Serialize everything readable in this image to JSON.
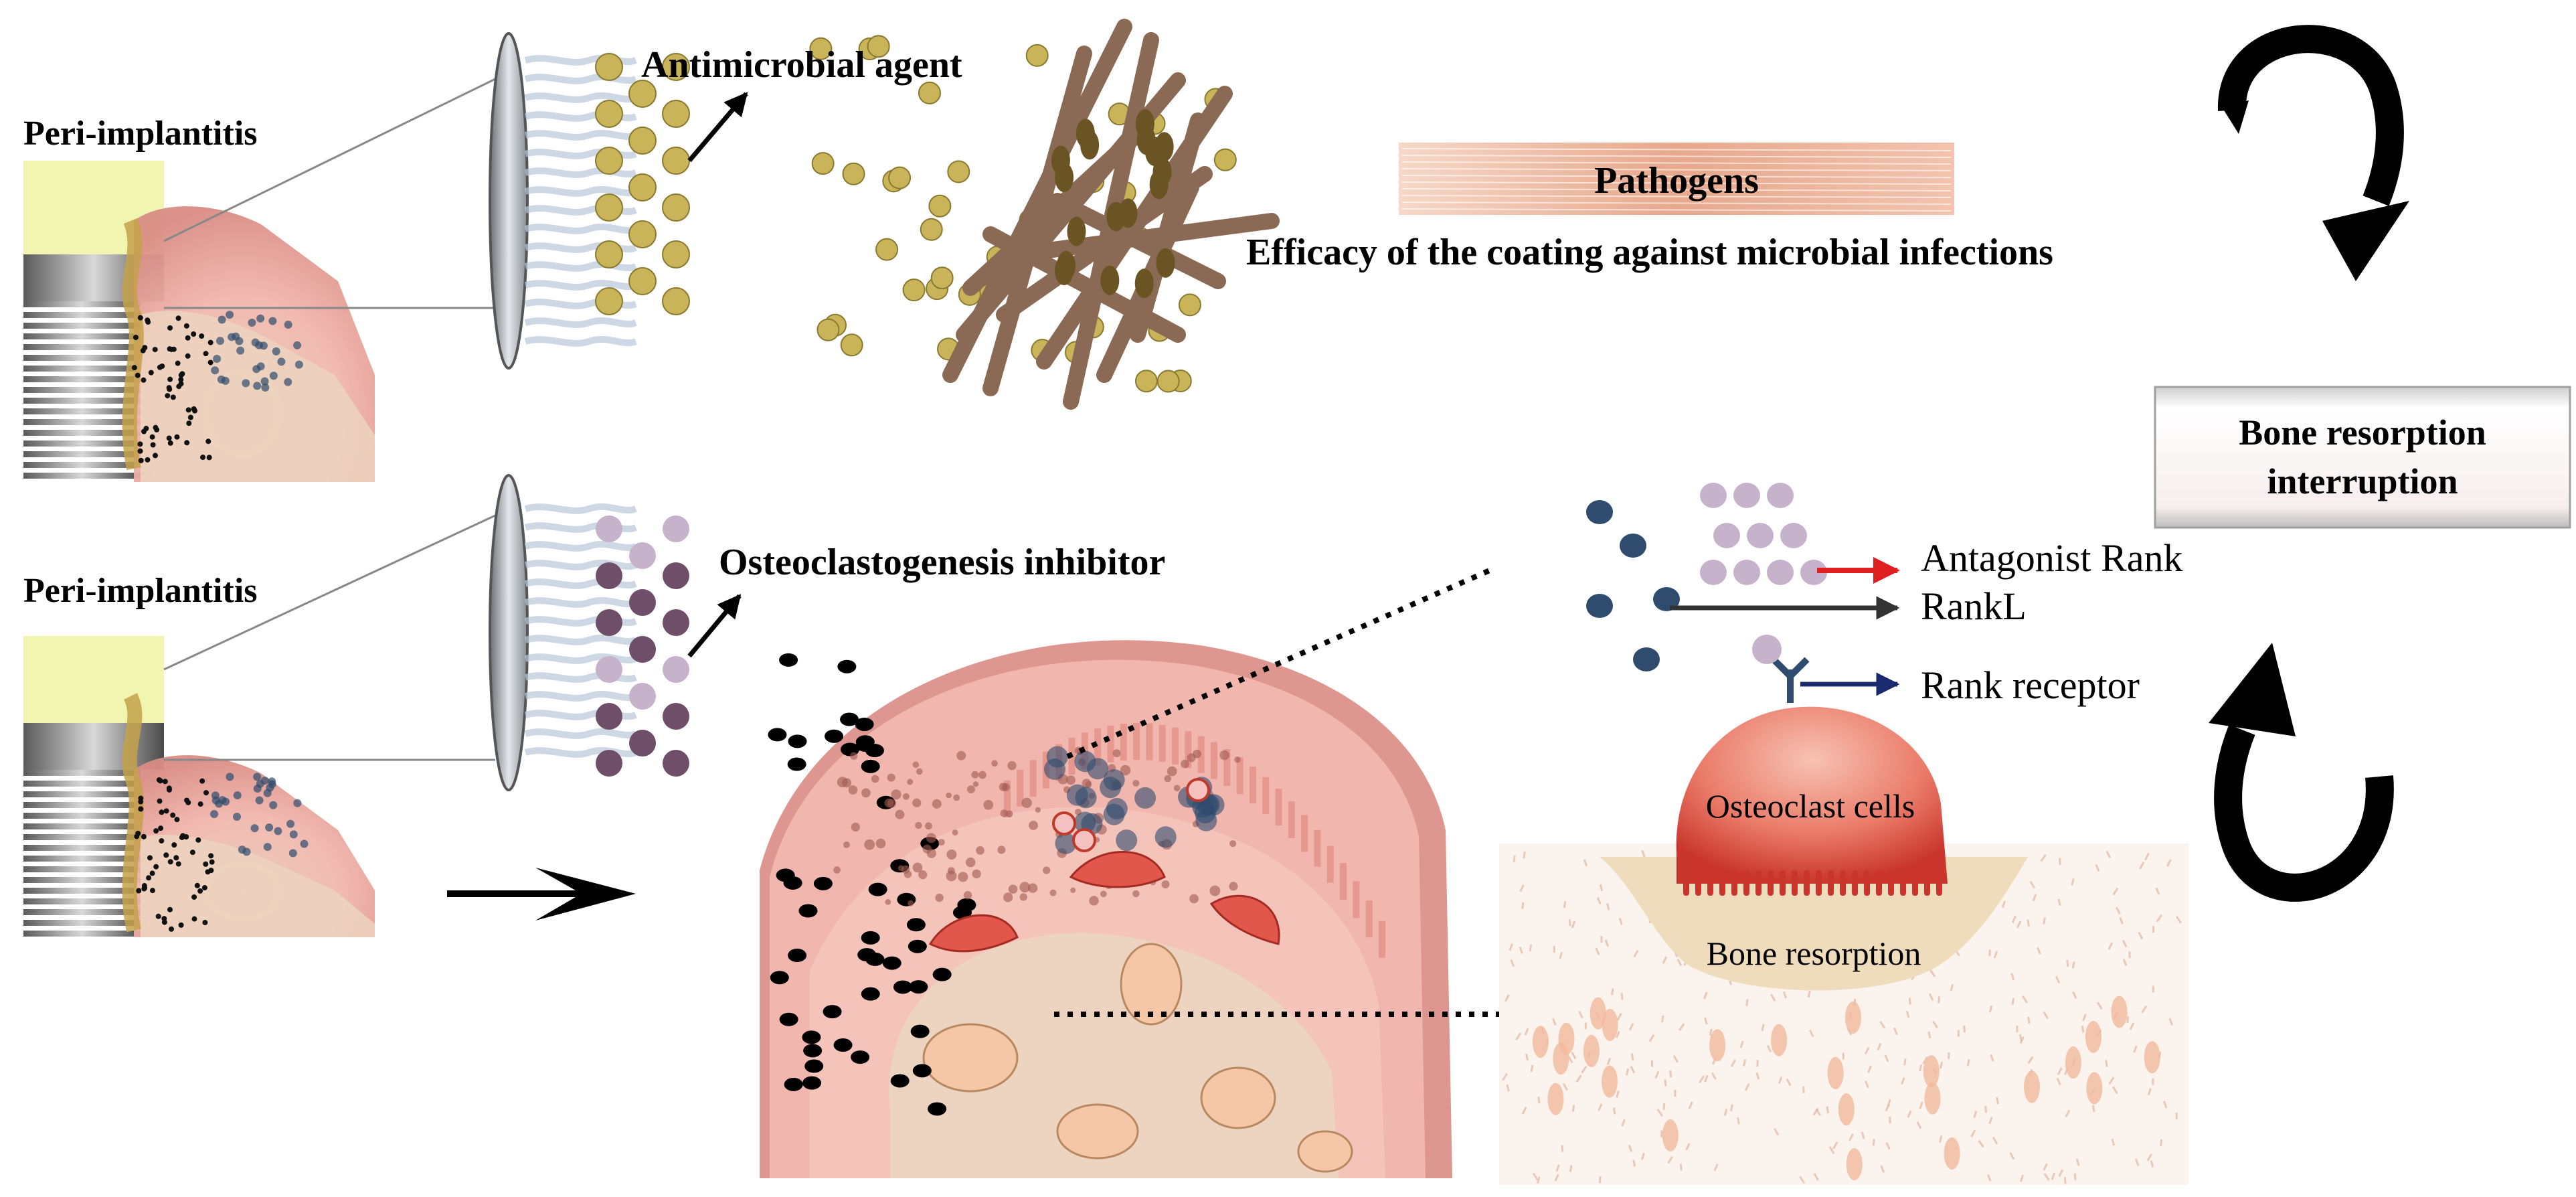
{
  "labels": {
    "peri_top": "Peri-implantitis",
    "peri_bottom": "Peri-implantitis",
    "antimicrobial": "Antimicrobial agent",
    "pathogens": "Pathogens",
    "efficacy": "Efficacy of the coating against microbial infections",
    "osteo_inhibitor": "Osteoclastogenesis inhibitor",
    "antagonist": "Antagonist Rank",
    "rankl": "RankL",
    "rank_receptor": "Rank receptor",
    "osteoclast_cells": "Osteoclast cells",
    "bone_resorption": "Bone resorption",
    "interruption_line1": "Bone resorption",
    "interruption_line2": "interruption"
  },
  "colors": {
    "antimicrobial_particle": "#c9b45a",
    "inhibitor_particle": "#6e4e68",
    "inhibitor_particle_light": "#c7b2cc",
    "rankl_particle": "#2f4b6e",
    "pathogen_rod": "#8a6a55",
    "gum_pink": "#f2c3bd",
    "bone_tan": "#ecd4c0",
    "osteoclast_red": "#e2574c",
    "implant_yellow": "#f2f5b0",
    "antagonist_arrow": "#e02020",
    "rank_arrow": "#1a2a6e",
    "pathogen_bar": "#eab59f"
  },
  "icons": {
    "curved_arrow_top": "curved-arrow-down-icon",
    "curved_arrow_bottom": "curved-arrow-up-icon",
    "main_arrow": "arrow-right-icon"
  }
}
